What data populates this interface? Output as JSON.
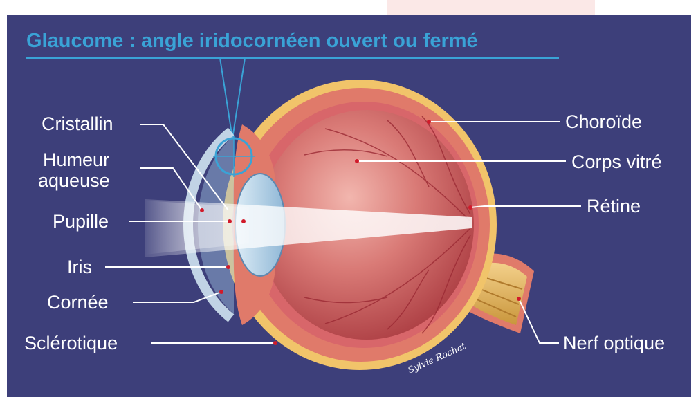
{
  "title": "Glaucome : angle iridocornéen ouvert ou fermé",
  "labels": {
    "cristallin": "Cristallin",
    "humeur_line1": "Humeur",
    "humeur_line2": "aqueuse",
    "pupille": "Pupille",
    "iris": "Iris",
    "cornee": "Cornée",
    "sclerotique": "Sclérotique",
    "choroide": "Choroïde",
    "corps_vitre": "Corps vitré",
    "retine": "Rétine",
    "nerf_optique": "Nerf optique"
  },
  "signature": "Sylvie Rochat",
  "colors": {
    "background": "#3d3f7a",
    "title": "#3aa3d6",
    "sclera": "#f1c46a",
    "choroid": "#e07a6a",
    "vitreous": "#c45256",
    "lens": "#a9cce3",
    "label": "#ffffff"
  }
}
